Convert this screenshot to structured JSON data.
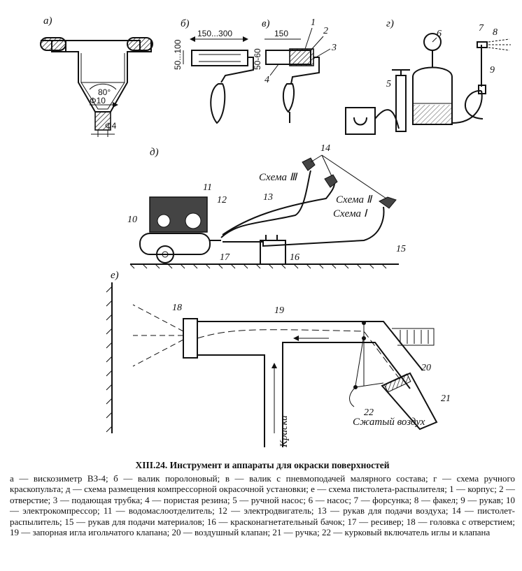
{
  "panels": {
    "a": "а)",
    "b": "б)",
    "v": "в)",
    "g": "г)",
    "d": "д)",
    "e": "е)"
  },
  "dimensions": {
    "a_angle": "80°",
    "a_d1": "Φ10",
    "a_d2": "Φ4",
    "b_len": "150...300",
    "b_h": "50...100",
    "v_len": "150",
    "v_h": "50-60"
  },
  "callouts": {
    "c1": "1",
    "c2": "2",
    "c3": "3",
    "c4": "4",
    "c5": "5",
    "c6": "6",
    "c7": "7",
    "c8": "8",
    "c9": "9",
    "c10": "10",
    "c11": "11",
    "c12": "12",
    "c13": "13",
    "c14": "14",
    "c15": "15",
    "c16": "16",
    "c17": "17",
    "c18": "18",
    "c19": "19",
    "c20": "20",
    "c21": "21",
    "c22": "22"
  },
  "schemes": {
    "s3": "Схема Ⅲ",
    "s2": "Схема Ⅱ",
    "s1": "Схема Ⅰ"
  },
  "flows": {
    "paint": "Краска",
    "air": "Сжатый воздух"
  },
  "caption": {
    "title": "XIII.24. Инструмент и аппараты для окраски поверхностей",
    "text": "а — вискозиметр ВЗ-4; б — валик поролоновый; в — валик с пневмоподачей малярного состава; г — схема ручного краскопульта; д — схема размещения компрессорной окрасочной установки; е — схема пистолета-распылителя; 1 — корпус; 2 — отверстие; 3 — подающая трубка; 4 — пористая резина; 5 — ручной насос; 6 — насос; 7 — форсунка; 8 — факел; 9 — рукав; 10 — электрокомпрессор; 11 — водомаслоотделитель; 12 — электродвигатель; 13 — рукав для подачи воздуха; 14 — пистолет-распылитель; 15 — рукав для подачи материалов; 16 — красконагнетательный бачок; 17 — ресивер; 18 — головка с отверстием; 19 — запорная игла игольчатого клапана; 20 — воздушный клапан; 21 — ручка; 22 — курковый включатель иглы и клапана"
  }
}
